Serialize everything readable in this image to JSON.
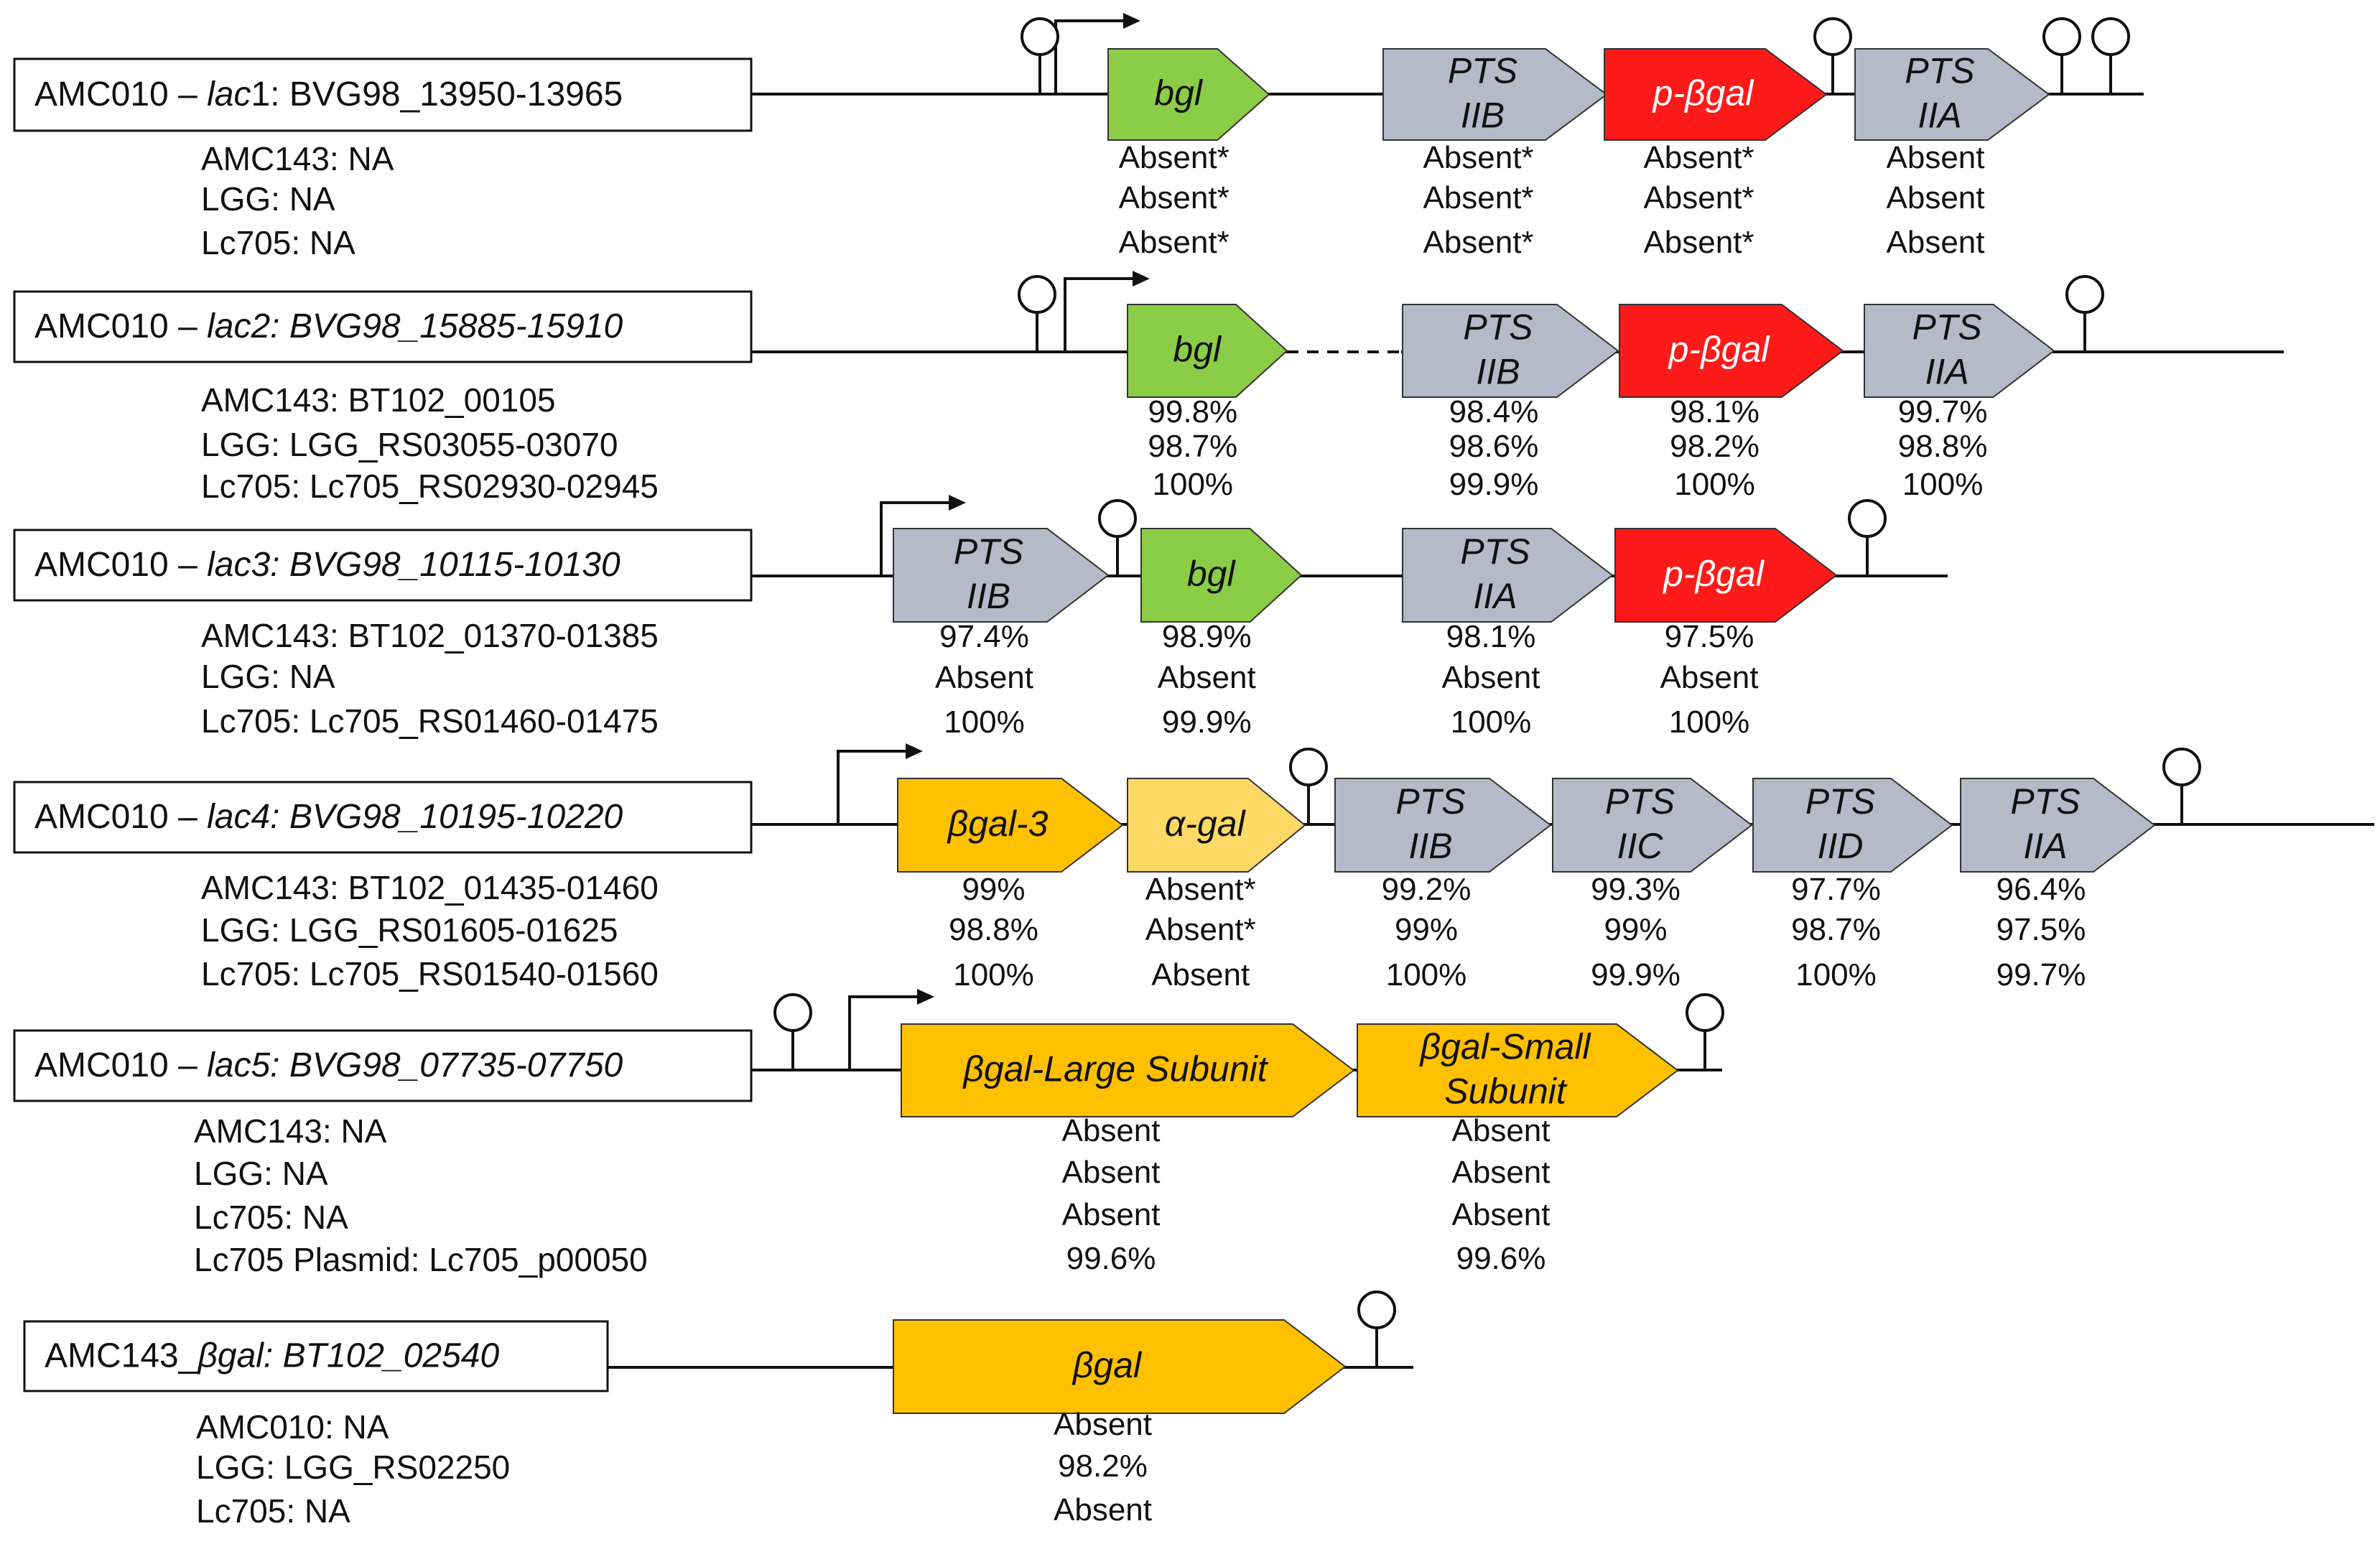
{
  "colors": {
    "bgl": "#8bcd47",
    "pts": "#b4bac7",
    "pbgal": "#ff1a1a",
    "bgal": "#ffc000",
    "agal": "#ffd966",
    "line": "#111111"
  },
  "rows": [
    {
      "key": "lac1",
      "title": {
        "prefix": "AMC010 – ",
        "italic": "lac",
        "rest": "1:  BVG98_13950-13965"
      },
      "strains": [
        "AMC143:  NA",
        "LGG:  NA",
        "Lc705:  NA"
      ],
      "genes": [
        {
          "id": "bgl",
          "lines": [
            "bgl"
          ],
          "color": "bgl",
          "values": [
            "Absent*",
            "Absent*",
            "Absent*"
          ]
        },
        {
          "id": "ptsiib",
          "lines": [
            "PTS",
            "IIB"
          ],
          "color": "pts",
          "values": [
            "Absent*",
            "Absent*",
            "Absent*"
          ]
        },
        {
          "id": "pbgal",
          "lines": [
            "p-βgal"
          ],
          "color": "pbgal",
          "values": [
            "Absent*",
            "Absent*",
            "Absent*"
          ]
        },
        {
          "id": "ptsiia",
          "lines": [
            "PTS",
            "IIA"
          ],
          "color": "pts",
          "values": [
            "Absent",
            "Absent",
            "Absent"
          ]
        }
      ]
    },
    {
      "key": "lac2",
      "title": {
        "prefix": "AMC010 – ",
        "italic": "lac2:  BVG98_15885-15910",
        "rest": ""
      },
      "strains": [
        "AMC143:  BT102_00105",
        "LGG:  LGG_RS03055-03070",
        "Lc705:  Lc705_RS02930-02945"
      ],
      "genes": [
        {
          "id": "bgl",
          "lines": [
            "bgl"
          ],
          "color": "bgl",
          "values": [
            "99.8%",
            "98.7%",
            "100%"
          ]
        },
        {
          "id": "ptsiib",
          "lines": [
            "PTS",
            "IIB"
          ],
          "color": "pts",
          "values": [
            "98.4%",
            "98.6%",
            "99.9%"
          ]
        },
        {
          "id": "pbgal",
          "lines": [
            "p-βgal"
          ],
          "color": "pbgal",
          "values": [
            "98.1%",
            "98.2%",
            "100%"
          ]
        },
        {
          "id": "ptsiia",
          "lines": [
            "PTS",
            "IIA"
          ],
          "color": "pts",
          "values": [
            "99.7%",
            "98.8%",
            "100%"
          ]
        }
      ]
    },
    {
      "key": "lac3",
      "title": {
        "prefix": "AMC010 – ",
        "italic": "lac3:  BVG98_10115-10130",
        "rest": ""
      },
      "strains": [
        "AMC143:  BT102_01370-01385",
        "LGG:  NA",
        "Lc705:  Lc705_RS01460-01475"
      ],
      "genes": [
        {
          "id": "ptsiib",
          "lines": [
            "PTS",
            "IIB"
          ],
          "color": "pts",
          "values": [
            "97.4%",
            "Absent",
            "100%"
          ]
        },
        {
          "id": "bgl",
          "lines": [
            "bgl"
          ],
          "color": "bgl",
          "values": [
            "98.9%",
            "Absent",
            "99.9%"
          ]
        },
        {
          "id": "ptsiia",
          "lines": [
            "PTS",
            "IIA"
          ],
          "color": "pts",
          "values": [
            "98.1%",
            "Absent",
            "100%"
          ]
        },
        {
          "id": "pbgal",
          "lines": [
            "p-βgal"
          ],
          "color": "pbgal",
          "values": [
            "97.5%",
            "Absent",
            "100%"
          ]
        }
      ]
    },
    {
      "key": "lac4",
      "title": {
        "prefix": "AMC010 – ",
        "italic": "lac4:  BVG98_10195-10220",
        "rest": ""
      },
      "strains": [
        "AMC143:  BT102_01435-01460",
        "LGG:  LGG_RS01605-01625",
        "Lc705:  Lc705_RS01540-01560"
      ],
      "genes": [
        {
          "id": "bgal3",
          "lines": [
            "βgal-3"
          ],
          "color": "bgal",
          "values": [
            "99%",
            "98.8%",
            "100%"
          ]
        },
        {
          "id": "agal",
          "lines": [
            "α-gal"
          ],
          "color": "agal",
          "values": [
            "Absent*",
            "Absent*",
            "Absent"
          ]
        },
        {
          "id": "ptsiib",
          "lines": [
            "PTS",
            "IIB"
          ],
          "color": "pts",
          "values": [
            "99.2%",
            "99%",
            "100%"
          ]
        },
        {
          "id": "ptsiic",
          "lines": [
            "PTS",
            "IIC"
          ],
          "color": "pts",
          "values": [
            "99.3%",
            "99%",
            "99.9%"
          ]
        },
        {
          "id": "ptsiid",
          "lines": [
            "PTS",
            "IID"
          ],
          "color": "pts",
          "values": [
            "97.7%",
            "98.7%",
            "100%"
          ]
        },
        {
          "id": "ptsiia",
          "lines": [
            "PTS",
            "IIA"
          ],
          "color": "pts",
          "values": [
            "96.4%",
            "97.5%",
            "99.7%"
          ]
        }
      ]
    },
    {
      "key": "lac5",
      "title": {
        "prefix": "AMC010 – ",
        "italic": "lac5:  BVG98_07735-07750",
        "rest": ""
      },
      "strains": [
        "AMC143:  NA",
        "LGG:  NA",
        "Lc705:  NA",
        "Lc705 Plasmid:  Lc705_p00050"
      ],
      "genes": [
        {
          "id": "bgal-large",
          "lines": [
            "βgal-Large Subunit"
          ],
          "color": "bgal",
          "values": [
            "Absent",
            "Absent",
            "Absent",
            "99.6%"
          ]
        },
        {
          "id": "bgal-small",
          "lines": [
            "βgal-Small",
            "Subunit"
          ],
          "color": "bgal",
          "values": [
            "Absent",
            "Absent",
            "Absent",
            "99.6%"
          ]
        }
      ]
    },
    {
      "key": "amc143",
      "title": {
        "prefix": "AMC143_",
        "italic": "βgal:  BT102_02540",
        "rest": ""
      },
      "strains": [
        "AMC010:  NA",
        "LGG:  LGG_RS02250",
        "Lc705:  NA"
      ],
      "genes": [
        {
          "id": "bgal",
          "lines": [
            "βgal"
          ],
          "color": "bgal",
          "values": [
            "Absent",
            "98.2%",
            "Absent"
          ]
        }
      ]
    }
  ]
}
